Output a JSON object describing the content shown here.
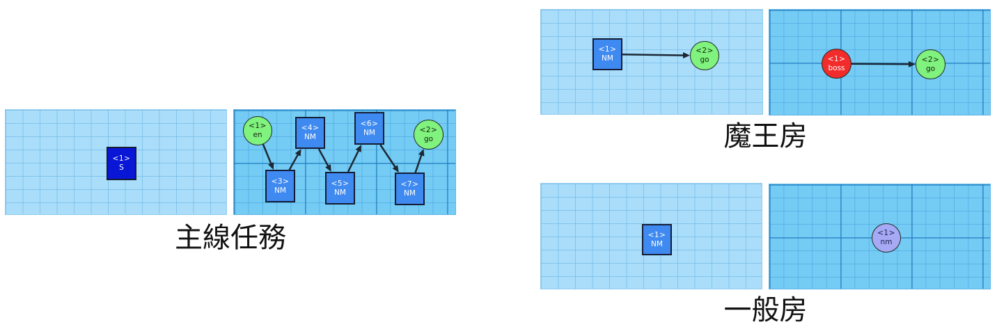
{
  "colors": {
    "panel_light": "#a9ddfa",
    "panel_dark": "#74cbf4",
    "node_start": "#0a16d6",
    "node_normal": "#3f8af0",
    "node_goal": "#80f27e",
    "node_boss": "#f22b2b",
    "node_room": "#a6a9f3",
    "edge": "#1c2834"
  },
  "main_quest": {
    "caption": "主線任務",
    "left_panel": {
      "nodes": [
        {
          "id": "<1>",
          "type": "S"
        }
      ],
      "edges": []
    },
    "right_panel": {
      "nodes": [
        {
          "id": "<1>",
          "type": "en"
        },
        {
          "id": "<3>",
          "type": "NM"
        },
        {
          "id": "<4>",
          "type": "NM"
        },
        {
          "id": "<5>",
          "type": "NM"
        },
        {
          "id": "<6>",
          "type": "NM"
        },
        {
          "id": "<7>",
          "type": "NM"
        },
        {
          "id": "<2>",
          "type": "go"
        }
      ],
      "edges": [
        [
          0,
          1
        ],
        [
          1,
          2
        ],
        [
          2,
          3
        ],
        [
          3,
          4
        ],
        [
          4,
          5
        ],
        [
          5,
          6
        ]
      ]
    }
  },
  "boss_room": {
    "caption": "魔王房",
    "left_panel": {
      "nodes": [
        {
          "id": "<1>",
          "type": "NM"
        },
        {
          "id": "<2>",
          "type": "go"
        }
      ],
      "edges": [
        [
          0,
          1
        ]
      ]
    },
    "right_panel": {
      "nodes": [
        {
          "id": "<1>",
          "type": "boss"
        },
        {
          "id": "<2>",
          "type": "go"
        }
      ],
      "edges": [
        [
          0,
          1
        ]
      ]
    }
  },
  "normal_room": {
    "caption": "一般房",
    "left_panel": {
      "nodes": [
        {
          "id": "<1>",
          "type": "NM"
        }
      ],
      "edges": []
    },
    "right_panel": {
      "nodes": [
        {
          "id": "<1>",
          "type": "nm"
        }
      ],
      "edges": []
    }
  }
}
